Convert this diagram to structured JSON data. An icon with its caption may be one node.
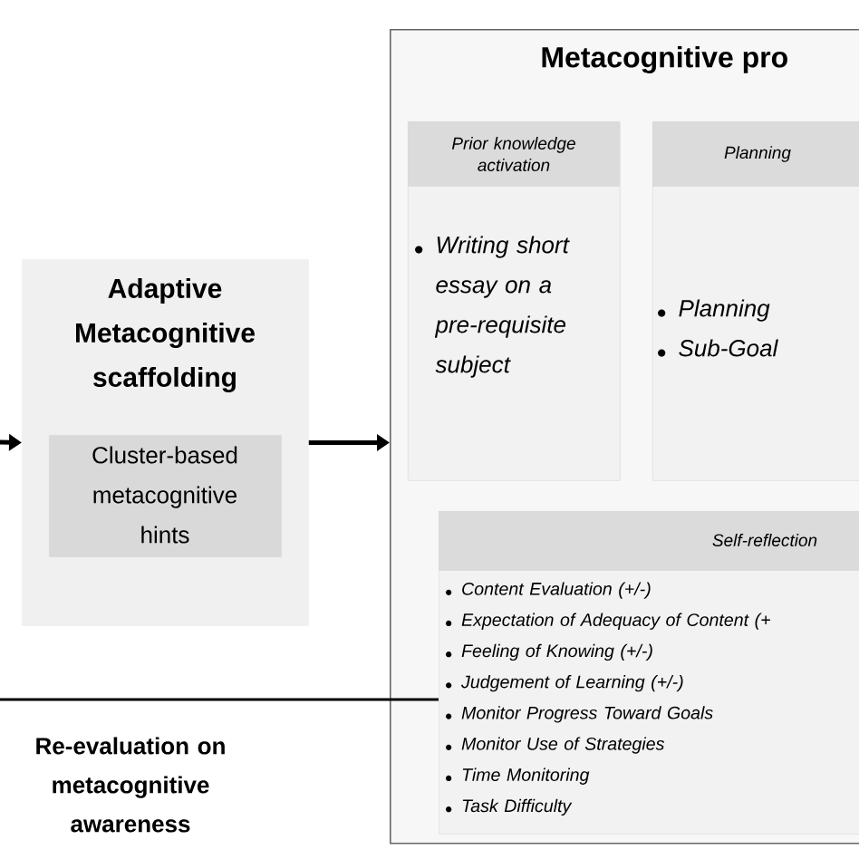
{
  "diagram": {
    "nodes": [
      {
        "text": [
          "Metacognitive pro"
        ]
      },
      {
        "text": [
          "Prior knowledge activation",
          "Writing short essay on a pre-requisite subject"
        ],
        "in": 0
      },
      {
        "text": [
          "Planning",
          "Planning",
          "Sub-Goal"
        ],
        "in": 0
      },
      {
        "text": [
          "Self-reflection",
          "Content Evaluation (+/-)",
          "Expectation of Adequacy of Content (+",
          "Feeling of Knowing (+/-)",
          "Judgement of Learning (+/-)",
          "Monitor Progress Toward Goals",
          "Monitor Use of Strategies",
          "Time Monitoring",
          "Task Difficulty"
        ],
        "in": 0
      },
      {
        "text": [
          "Adaptive Metacognitive scaffolding"
        ]
      },
      {
        "text": [
          "Cluster-based metacognitive hints"
        ],
        "in": 4
      }
    ],
    "edges": [
      {
        "from": null,
        "to": 4,
        "arrow": "to"
      },
      {
        "from": 4,
        "to": 0,
        "arrow": "to"
      },
      {
        "from": 3,
        "to": null,
        "arrow": "none"
      }
    ],
    "labels": [
      "Re-evaluation on metacognitive awareness"
    ]
  }
}
